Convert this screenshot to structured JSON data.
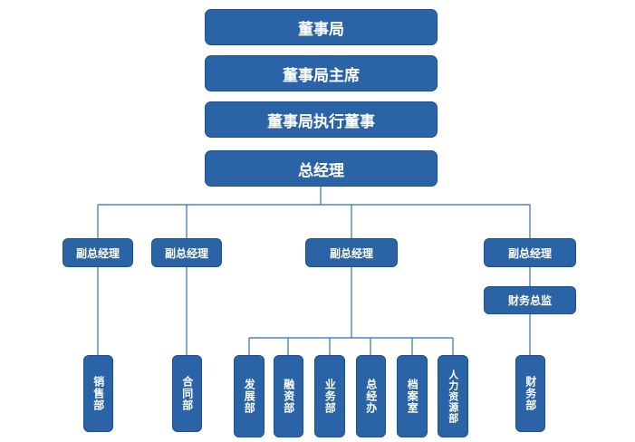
{
  "org": {
    "board": "董事局",
    "chairman": "董事局主席",
    "exec_director": "董事局执行董事",
    "gm": "总经理",
    "vp1": "副总经理",
    "vp2": "副总经理",
    "vp3": "副总经理",
    "vp4": "副总经理",
    "cfo": "财务总监",
    "dept_sales": "销售部",
    "dept_contract": "合同部",
    "dept_dev": "发展部",
    "dept_finance_raise": "融资部",
    "dept_business": "业务部",
    "dept_gm_office": "总经办",
    "dept_archive": "档案室",
    "dept_hr": "人力资源部",
    "dept_finance": "财务部"
  },
  "colors": {
    "node_fill": "#2a64a7",
    "node_border": "#1d4f8c",
    "line": "#2f6eb5",
    "text": "#ffffff"
  }
}
